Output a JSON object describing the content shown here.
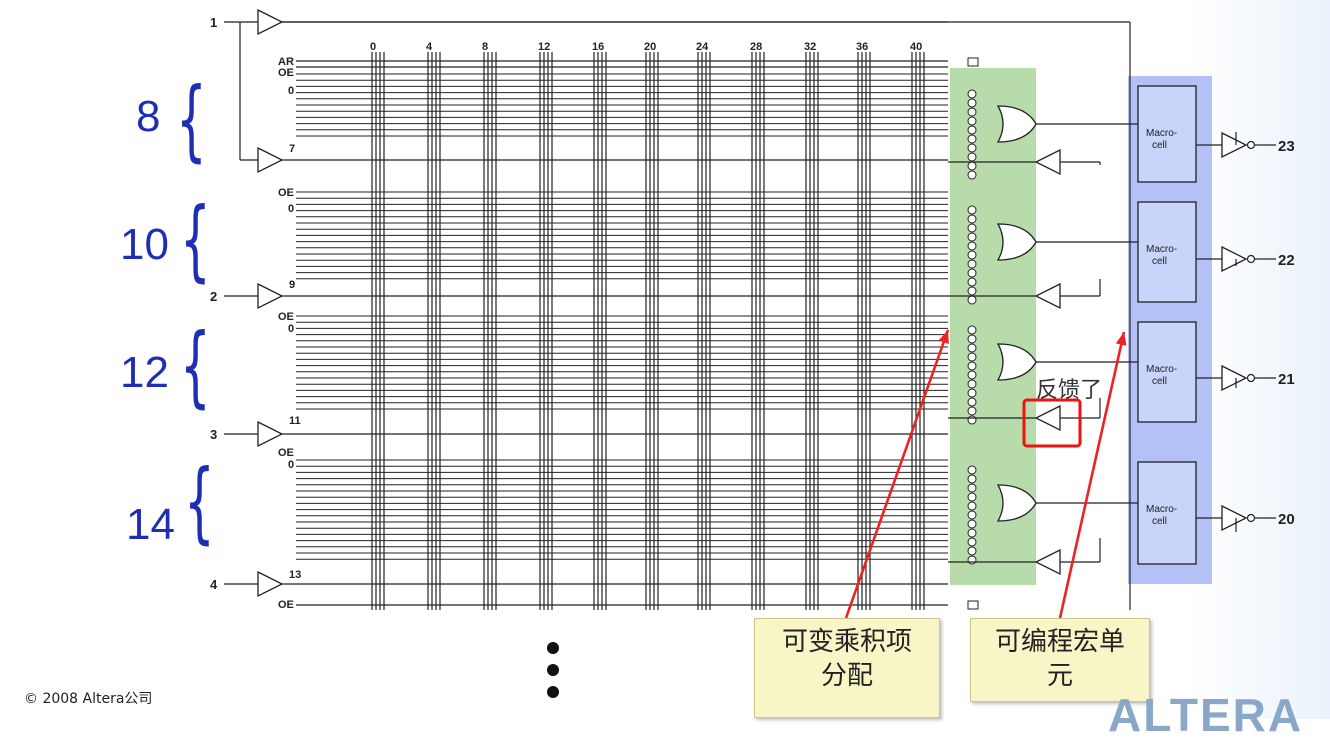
{
  "pins": {
    "input": [
      "1",
      "2",
      "3",
      "4"
    ],
    "output": [
      "23",
      "22",
      "21",
      "20"
    ]
  },
  "column_numbers": [
    "0",
    "4",
    "8",
    "12",
    "16",
    "20",
    "24",
    "28",
    "32",
    "36",
    "40"
  ],
  "row_labels": {
    "ar": "AR",
    "oe": "OE",
    "zero": "0",
    "feedback": [
      "7",
      "9",
      "11",
      "13"
    ]
  },
  "groups": [
    {
      "count": "8"
    },
    {
      "count": "10"
    },
    {
      "count": "12"
    },
    {
      "count": "14"
    }
  ],
  "macrocell_label": [
    "Macro-",
    "cell"
  ],
  "annotations": {
    "feedback_note": "反馈了",
    "callout_product_terms": [
      "可变乘积项",
      "分配"
    ],
    "callout_macrocell": [
      "可编程宏单",
      "元"
    ]
  },
  "copyright": "© 2008 Altera公司",
  "logo_text": "ALTERA",
  "colors": {
    "product_term_region": "#9fcf8f",
    "macrocell_region": "#a6b6f4",
    "group_label": "#1f2fb3",
    "arrow": "#ee2222",
    "highlight_box": "#ee1111",
    "callout_fill": "#f8f5c6"
  }
}
